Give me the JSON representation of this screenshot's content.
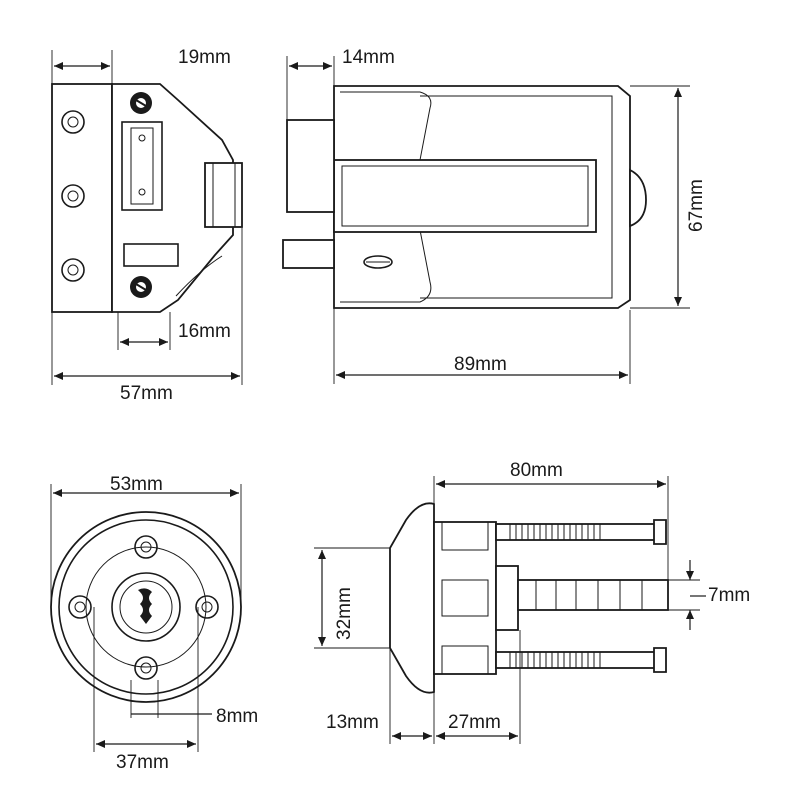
{
  "dimensions": {
    "front_top_left": "19mm",
    "front_bottom_inner": "16mm",
    "front_width": "57mm",
    "side_lip": "14mm",
    "side_height": "67mm",
    "side_length": "89mm",
    "cylinder_diameter": "53mm",
    "cylinder_bolt_spacing": "37mm",
    "cylinder_key_gap": "8mm",
    "cylinder_length": "80mm",
    "cylinder_height": "32mm",
    "cylinder_bar": "7mm",
    "cylinder_flange": "13mm",
    "cylinder_body": "27mm"
  },
  "colors": {
    "line": "#1a1a1a",
    "background": "#ffffff"
  }
}
